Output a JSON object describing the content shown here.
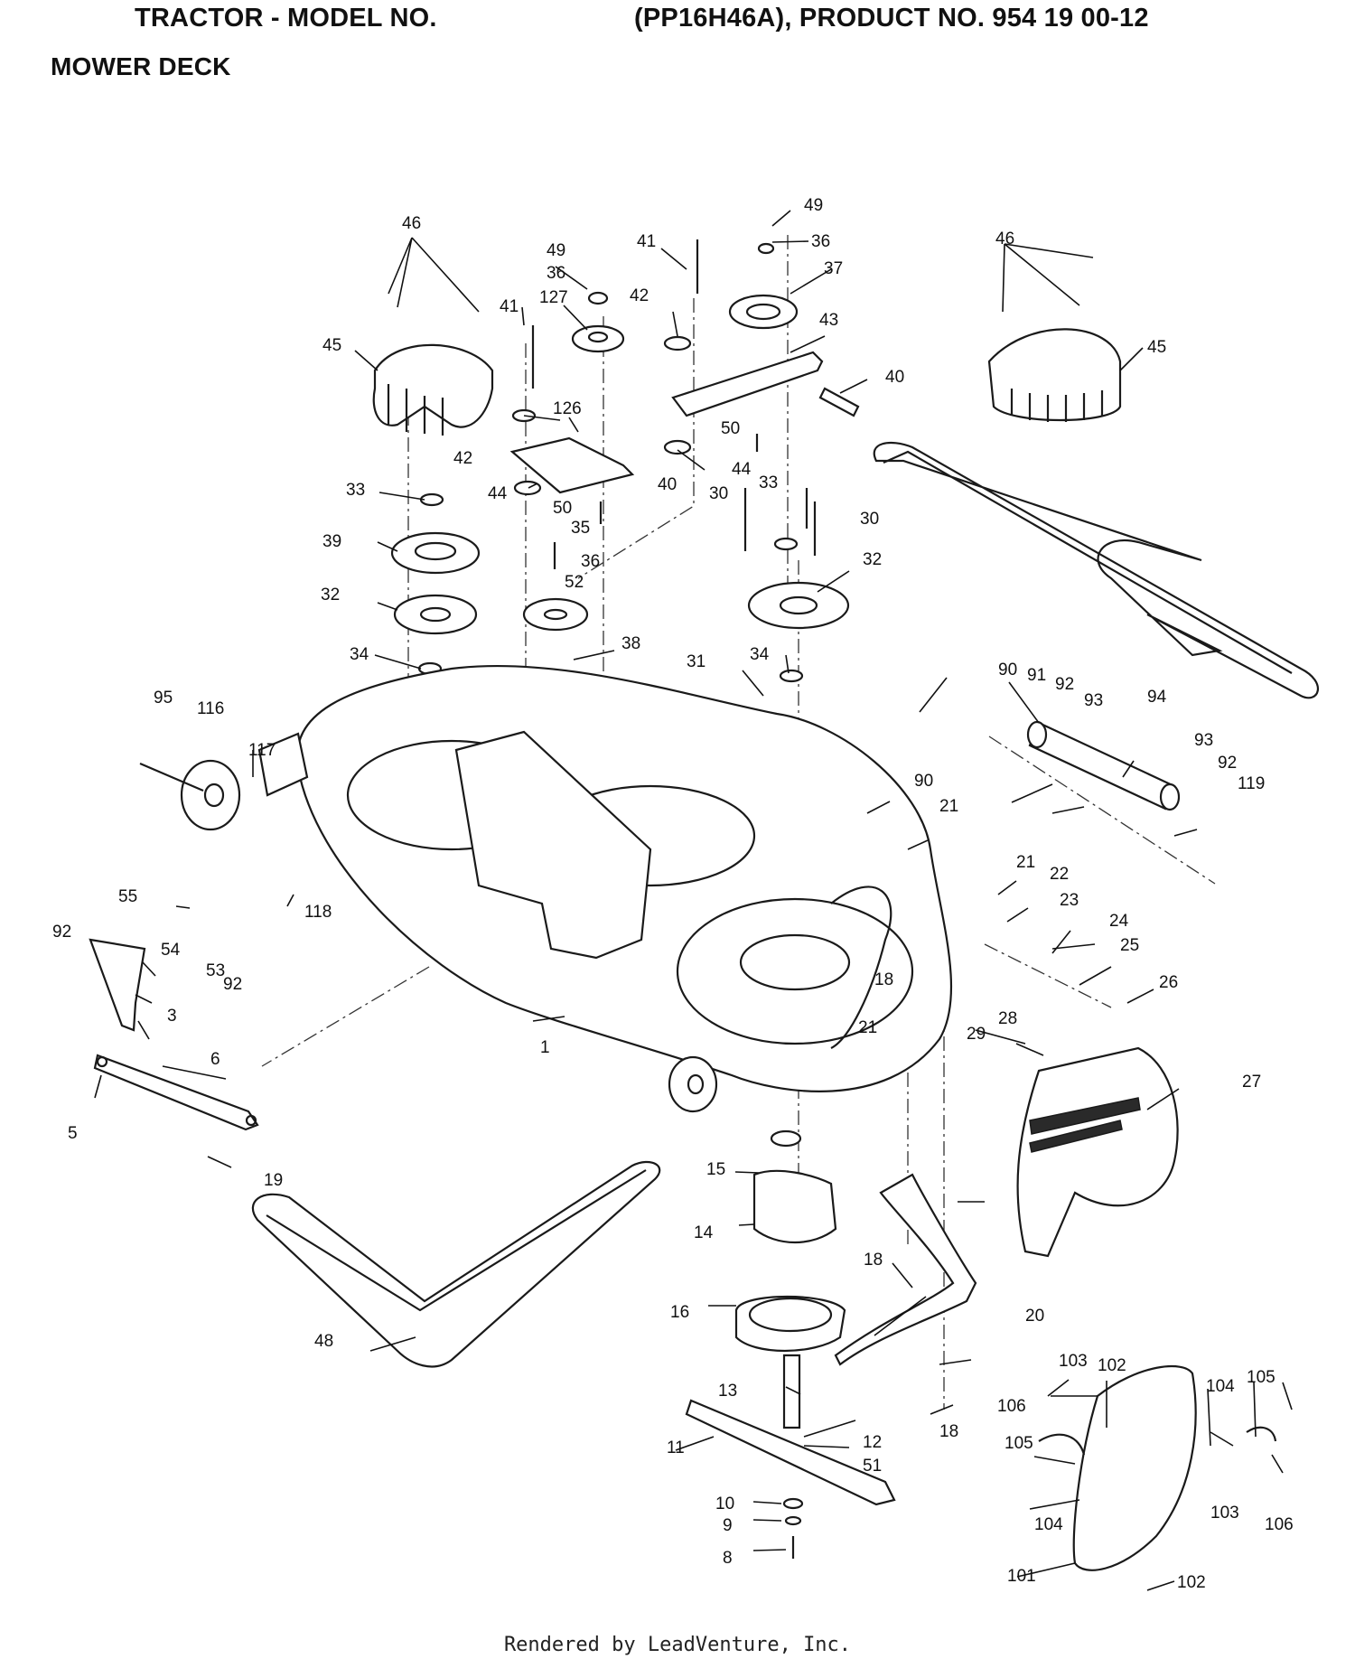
{
  "header": {
    "title_left": "TRACTOR - MODEL NO.",
    "title_right": "(PP16H46A), PRODUCT NO. 954 19 00-12",
    "subtitle": "MOWER DECK"
  },
  "footer": {
    "text": "Rendered by LeadVenture, Inc."
  },
  "callouts": [
    "46",
    "49",
    "36",
    "41",
    "37",
    "127",
    "42",
    "43",
    "45",
    "126",
    "40",
    "50",
    "44",
    "33",
    "30",
    "35",
    "39",
    "52",
    "32",
    "38",
    "34",
    "31",
    "90",
    "91",
    "92",
    "93",
    "94",
    "95",
    "116",
    "117",
    "119",
    "21",
    "22",
    "23",
    "24",
    "25",
    "118",
    "55",
    "54",
    "53",
    "3",
    "18",
    "26",
    "1",
    "29",
    "28",
    "27",
    "6",
    "5",
    "19",
    "15",
    "14",
    "16",
    "20",
    "48",
    "13",
    "12",
    "51",
    "11",
    "10",
    "9",
    "8",
    "101",
    "102",
    "103",
    "104",
    "105",
    "106"
  ]
}
